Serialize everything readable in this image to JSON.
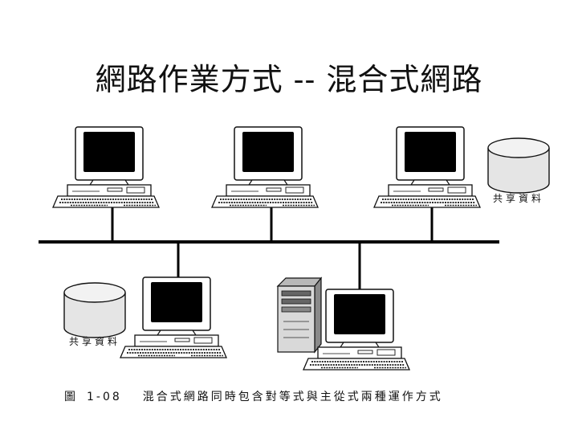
{
  "title": "網路作業方式 -- 混合式網路",
  "storage_label_right": "共享資料",
  "storage_label_left": "共享資料",
  "caption": {
    "prefix": "圖",
    "number": "1-08",
    "text": "混合式網路同時包含對等式與主從式兩種運作方式"
  }
}
